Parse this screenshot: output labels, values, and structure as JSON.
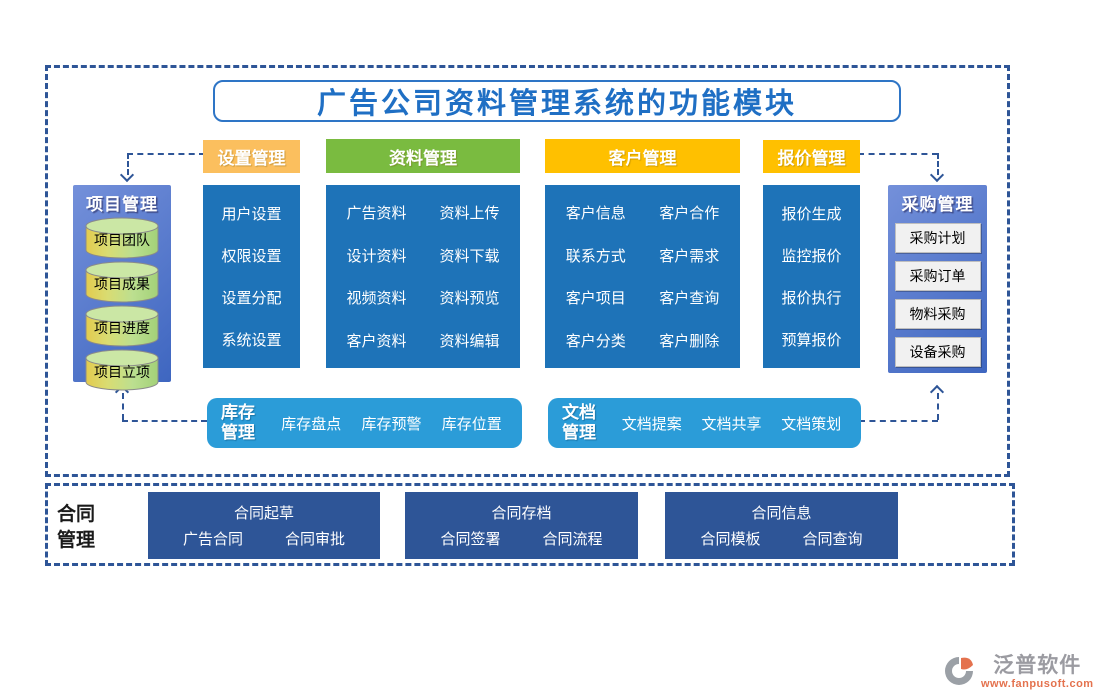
{
  "title": "广告公司资料管理系统的功能模块",
  "columns": {
    "settings": {
      "header": "设置管理",
      "items": [
        "用户设置",
        "权限设置",
        "设置分配",
        "系统设置"
      ]
    },
    "data": {
      "header": "资料管理",
      "items": [
        "广告资料",
        "资料上传",
        "设计资料",
        "资料下载",
        "视频资料",
        "资料预览",
        "客户资料",
        "资料编辑"
      ]
    },
    "customer": {
      "header": "客户管理",
      "items": [
        "客户信息",
        "客户合作",
        "联系方式",
        "客户需求",
        "客户项目",
        "客户查询",
        "客户分类",
        "客户删除"
      ]
    },
    "quote": {
      "header": "报价管理",
      "items": [
        "报价生成",
        "监控报价",
        "报价执行",
        "预算报价"
      ]
    }
  },
  "project": {
    "title": "项目管理",
    "items": [
      "项目团队",
      "项目成果",
      "项目进度",
      "项目立项"
    ]
  },
  "purchase": {
    "title": "采购管理",
    "items": [
      "采购计划",
      "采购订单",
      "物料采购",
      "设备采购"
    ]
  },
  "inventory": {
    "title": "库存管理",
    "items": [
      "库存盘点",
      "库存预警",
      "库存位置"
    ]
  },
  "document": {
    "title": "文档管理",
    "items": [
      "文档提案",
      "文档共享",
      "文档策划"
    ]
  },
  "contract": {
    "label": "合同管理",
    "groups": [
      {
        "title": "合同起草",
        "items": [
          "广告合同",
          "合同审批"
        ]
      },
      {
        "title": "合同存档",
        "items": [
          "合同签署",
          "合同流程"
        ]
      },
      {
        "title": "合同信息",
        "items": [
          "合同模板",
          "合同查询"
        ]
      }
    ]
  },
  "logo": {
    "name": "泛普软件",
    "url": "www.fanpusoft.com"
  },
  "colors": {
    "column_blue": "#1E73B8",
    "side_box_blue": "#4B76CC",
    "pill_blue": "#2B9CD8",
    "contract_blue": "#2E5597",
    "dash_blue": "#2E5597",
    "header_orange": "#FBBF5E",
    "header_green": "#7ABB40",
    "header_gold": "#FFC000",
    "title_blue": "#1F6FC4",
    "logo_gray": "#9B9BA1",
    "logo_orange": "#E4724E"
  }
}
